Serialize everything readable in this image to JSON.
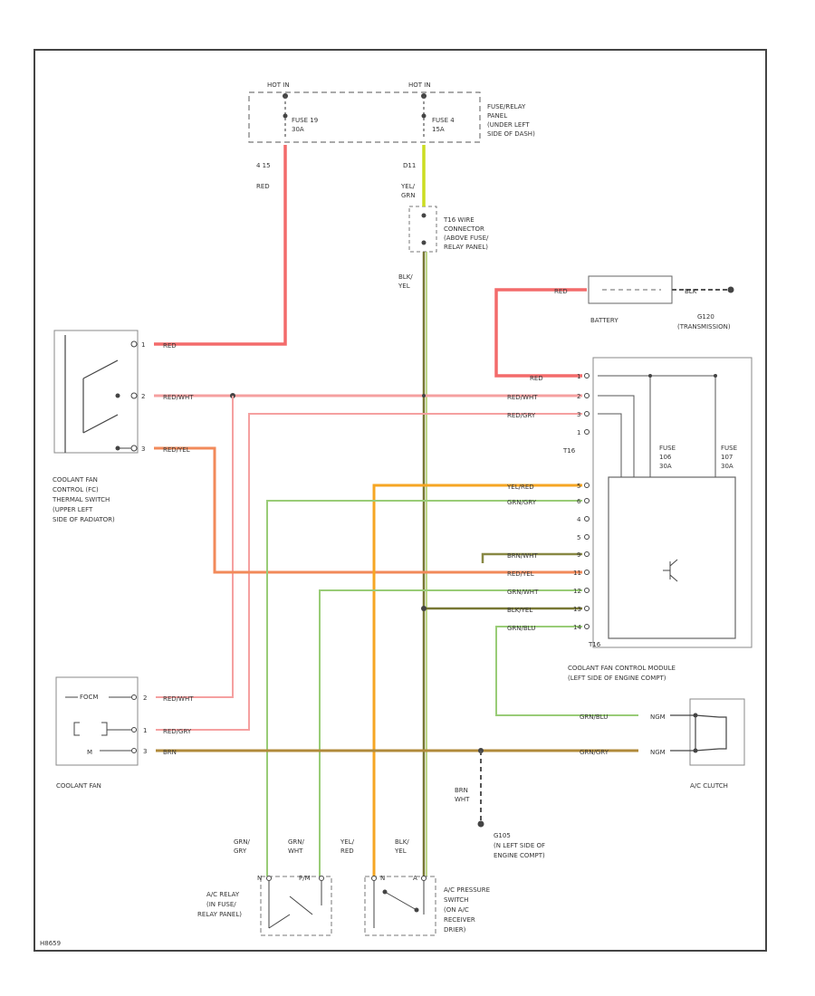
{
  "header": {
    "hot_in_left": "HOT IN",
    "hot_in_right": "HOT IN",
    "fuse19_line1": "FUSE 19",
    "fuse19_line2": "30A",
    "fuse4_line1": "FUSE 4",
    "fuse4_line2": "15A",
    "panel_label": [
      "FUSE/RELAY",
      "PANEL",
      "(UNDER LEFT",
      "SIDE OF DASH)"
    ]
  },
  "connectors": {
    "c4_15": "4 15",
    "c4_red": "RED",
    "c_d11": "D11",
    "c_yel_grn": [
      "YEL/",
      "GRN"
    ],
    "t16_label": [
      "T16 WIRE",
      "CONNECTOR",
      "(ABOVE FUSE/",
      "RELAY PANEL)"
    ],
    "c_blk_yel": [
      "BLK/",
      "YEL"
    ]
  },
  "battery": {
    "red_label": "RED",
    "blk_label": "BLK",
    "name": "BATTERY",
    "ground": [
      "G120",
      "(TRANSMISSION)"
    ]
  },
  "thermal_switch": {
    "label": [
      "COOLANT FAN",
      "CONTROL (FC)",
      "THERMAL SWITCH",
      "(UPPER LEFT",
      "SIDE OF RADIATOR)"
    ],
    "pin1": "1",
    "pin2": "2",
    "pin3": "3",
    "wire1": "RED",
    "wire2": "RED/WHT",
    "wire3": "RED/YEL"
  },
  "module": {
    "label": [
      "COOLANT FAN CONTROL MODULE",
      "(LEFT SIDE OF ENGINE COMPT)"
    ],
    "t16a": "T16",
    "t16b": "T16",
    "fuse_left": [
      "FUSE",
      "106",
      "30A"
    ],
    "fuse_right": [
      "FUSE",
      "107",
      "30A"
    ],
    "pins": [
      {
        "num": "1",
        "wire": "RED"
      },
      {
        "num": "2",
        "wire": "RED/WHT"
      },
      {
        "num": "3",
        "wire": "RED/GRY"
      },
      {
        "num": "1",
        "wire": ""
      },
      {
        "num": "5",
        "wire": "YEL/RED"
      },
      {
        "num": "6",
        "wire": "GRN/GRY"
      },
      {
        "num": "4",
        "wire": ""
      },
      {
        "num": "5",
        "wire": ""
      },
      {
        "num": "9",
        "wire": "BRN/WHT"
      },
      {
        "num": "11",
        "wire": "RED/YEL"
      },
      {
        "num": "12",
        "wire": "GRN/WHT"
      },
      {
        "num": "13",
        "wire": "BLK/YEL"
      },
      {
        "num": "14",
        "wire": "GRN/BLU"
      }
    ]
  },
  "coolant_fan": {
    "label": "COOLANT FAN",
    "pin1": "2",
    "pin2": "1",
    "pin3": "3",
    "wire1": "RED/WHT",
    "wire2": "RED/GRY",
    "wire3": "BRN",
    "inner1": "FOCM",
    "inner2": "M"
  },
  "ac_clutch": {
    "label": "A/C CLUTCH",
    "wire1": "GRN/BLU",
    "wire2": "GRN/GRY",
    "pin1": "NGM",
    "pin2": "NGM"
  },
  "ground_g105": {
    "wire": [
      "BRN",
      "WHT"
    ],
    "label": [
      "G105",
      "(N LEFT SIDE OF",
      "ENGINE COMPT)"
    ]
  },
  "bottom": {
    "w1": [
      "GRN/",
      "GRY"
    ],
    "w2": [
      "GRN/",
      "WHT"
    ],
    "w3": [
      "YEL/",
      "RED"
    ],
    "w4": [
      "BLK/",
      "YEL"
    ],
    "relay_label": [
      "A/C RELAY",
      "(IN FUSE/",
      "RELAY PANEL)"
    ],
    "relay_pin_a": "N",
    "relay_pin_b": "P/M",
    "switch_pin_a": "N",
    "switch_pin_b": "A",
    "switch_label": [
      "A/C PRESSURE",
      "SWITCH",
      "(ON A/C",
      "RECEIVER",
      "DRIER)"
    ]
  },
  "footer": {
    "code": "H8659"
  },
  "colors": {
    "red": "#f36b6b",
    "red_light": "#f5a0a0",
    "red_yel": "#f28a5a",
    "yel_red": "#f6a623",
    "yel_grn": "#ccdd22",
    "grn": "#99cc77",
    "blk_yel": "#777733",
    "brn": "#b08a3a"
  }
}
